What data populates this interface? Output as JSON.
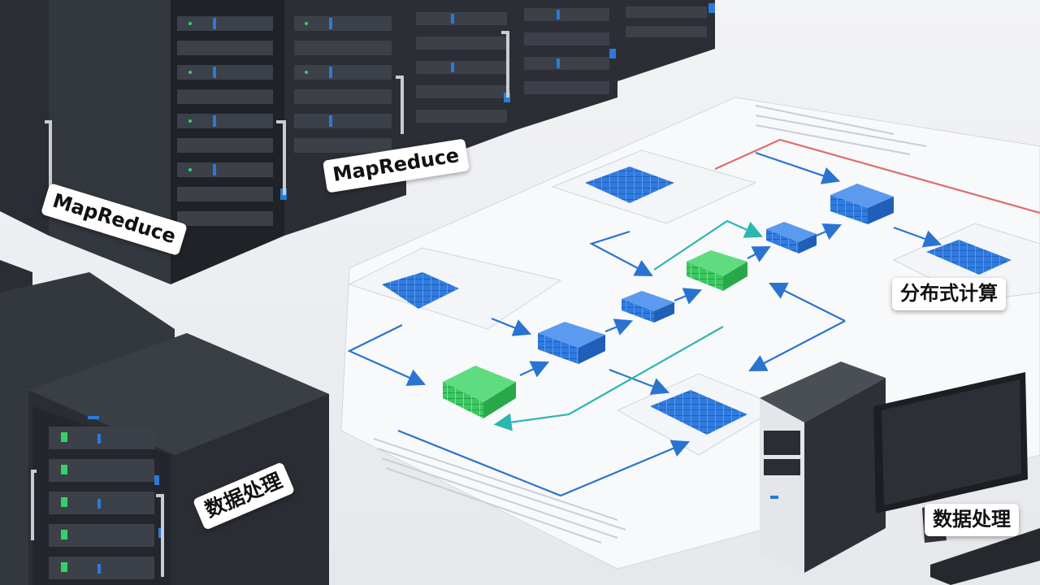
{
  "labels": {
    "mapreduce_left": "MapReduce",
    "mapreduce_top": "MapReduce",
    "distributed_computing": "分布式计算",
    "data_processing_left": "数据处理",
    "data_processing_right": "数据处理"
  },
  "colors": {
    "background": "#eef0f3",
    "server_body": "#2d3036",
    "server_light": "#2b7bd6",
    "block_blue": "#2f7be0",
    "block_green": "#3cc860",
    "arrow_blue": "#2a74d0",
    "arrow_teal": "#2bb6b0",
    "arrow_red": "#e06b6b"
  }
}
